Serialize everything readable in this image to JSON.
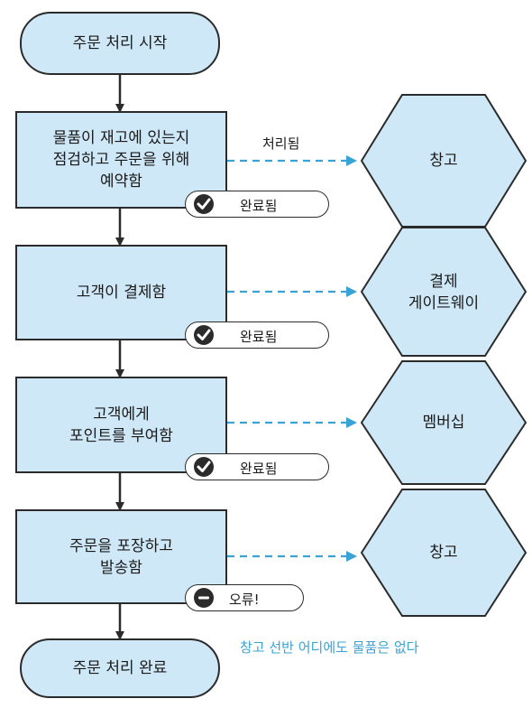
{
  "colors": {
    "box_fill": "#cfe8f7",
    "outline": "#2b2b2b",
    "dashed_arrow": "#3aa3d6",
    "note_text": "#3aa3d6"
  },
  "start": "주문 처리 시작",
  "end": "주문 처리 완료",
  "steps": [
    {
      "label": "물품이 재고에 있는지\n점검하고 주문을 위해\n예약함",
      "status": "완료됨",
      "status_icon": "check-icon",
      "system": "창고"
    },
    {
      "label": "고객이 결제함",
      "status": "완료됨",
      "status_icon": "check-icon",
      "system": "결제\n게이트웨이"
    },
    {
      "label": "고객에게\n포인트를 부여함",
      "status": "완료됨",
      "status_icon": "check-icon",
      "system": "멤버십"
    },
    {
      "label": "주문을 포장하고\n발송함",
      "status": "오류!",
      "status_icon": "error-icon",
      "system": "창고"
    }
  ],
  "edge_label": "처리됨",
  "error_note": "창고 선반 어디에도 물품은 없다"
}
